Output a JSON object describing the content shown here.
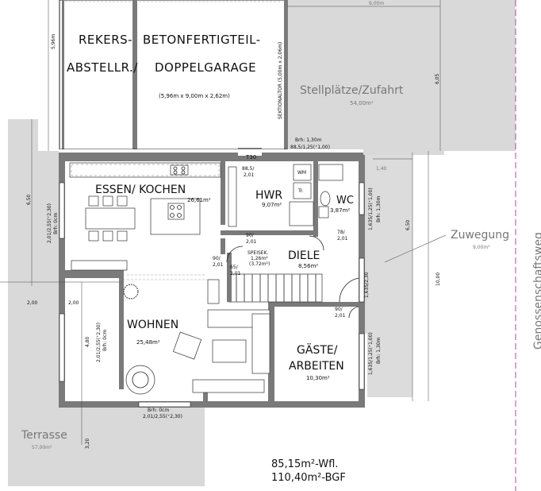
{
  "rooms": {
    "garage_store_1": "REKERS-",
    "garage_store_2": "ABSTELLR./",
    "garage_1": "BETONFERTIGTEIL-",
    "garage_2": "DOPPELGARAGE",
    "garage_size": "(5,96m x 9,00m x 2,62m)",
    "garage_door": "SEKTIONALTOR (5,00m x 2,06m)",
    "parking": "Stellplätze/Zufahrt",
    "parking_area": "54,00m²",
    "kitchen": "ESSEN/ KOCHEN",
    "kitchen_area": "26,61m²",
    "hwr": "HWR",
    "hwr_area": "9,07m²",
    "wc": "WC",
    "wc_area": "3,87m²",
    "pantry_1": "SPEISEK.",
    "pantry_2": "1,26m²",
    "pantry_3": "(3,72m²)",
    "hall": "DIELE",
    "hall_area": "8,56m²",
    "living": "WOHNEN",
    "living_area": "25,48m²",
    "guest_1": "GÄSTE/",
    "guest_2": "ARBEITEN",
    "guest_area": "10,30m²",
    "path": "Zuwegung",
    "path_area": "9,00m²",
    "terrace": "Terrasse",
    "terrace_area": "57,00m²",
    "street": "Genossenschaftsweg",
    "wm": "WM",
    "tr": "Tr."
  },
  "totals": {
    "living_area": "85,15m²-Wfl.",
    "gross_area": "110,40m²-BGF"
  },
  "dims": {
    "garage_w": "9,00m",
    "garage_depth": "5,96m",
    "side_605": "6,05",
    "t30": "T30",
    "door_885": "88,5/",
    "door_201a": "2,01",
    "brh_top_1": "Brh: 1,30m",
    "brh_top_2": "88,5/1,25(⁺1,00)",
    "dim_140": "1,40",
    "dim_650l": "6,50",
    "dim_650r": "6,50",
    "dim_1000": "10,00",
    "dim_200a": "2,00",
    "dim_200b": "2,00",
    "dim_480": "4,80",
    "dim_320": "3,20",
    "win_kitchen_1": "2,01/2,55(⁺2,30)",
    "win_kitchen_2": "Brh: 0cm",
    "win_living_1": "2,01/2,55(⁺2,30)",
    "win_living_2": "Brh: 0cm",
    "win_bottom_1": "Brh: 0cm",
    "win_bottom_2": "2,01/2,55(⁺2,30)",
    "door_90a": "90/",
    "door_90a2": "2,01",
    "door_90b": "90/",
    "door_90b2": "2,01",
    "door_6565": "65/",
    "door_65652": "2,01",
    "door_78": "78/",
    "door_782": "2,01",
    "door_90c": "90/",
    "door_90c2": "2,01",
    "win_wc_1": "1,635/1,25(⁺1,00)",
    "win_wc_2": "Brh: 1,30m",
    "win_hall": "1,635/2,30",
    "win_guest_1": "1,635/1,25(⁺1,00)",
    "win_guest_2": "Brh: 1,30m"
  },
  "colors": {
    "wall": "#7a7a7a",
    "outdoor": "#d8d8d8",
    "line": "#222222",
    "purple_dash": "#b04aa0"
  }
}
